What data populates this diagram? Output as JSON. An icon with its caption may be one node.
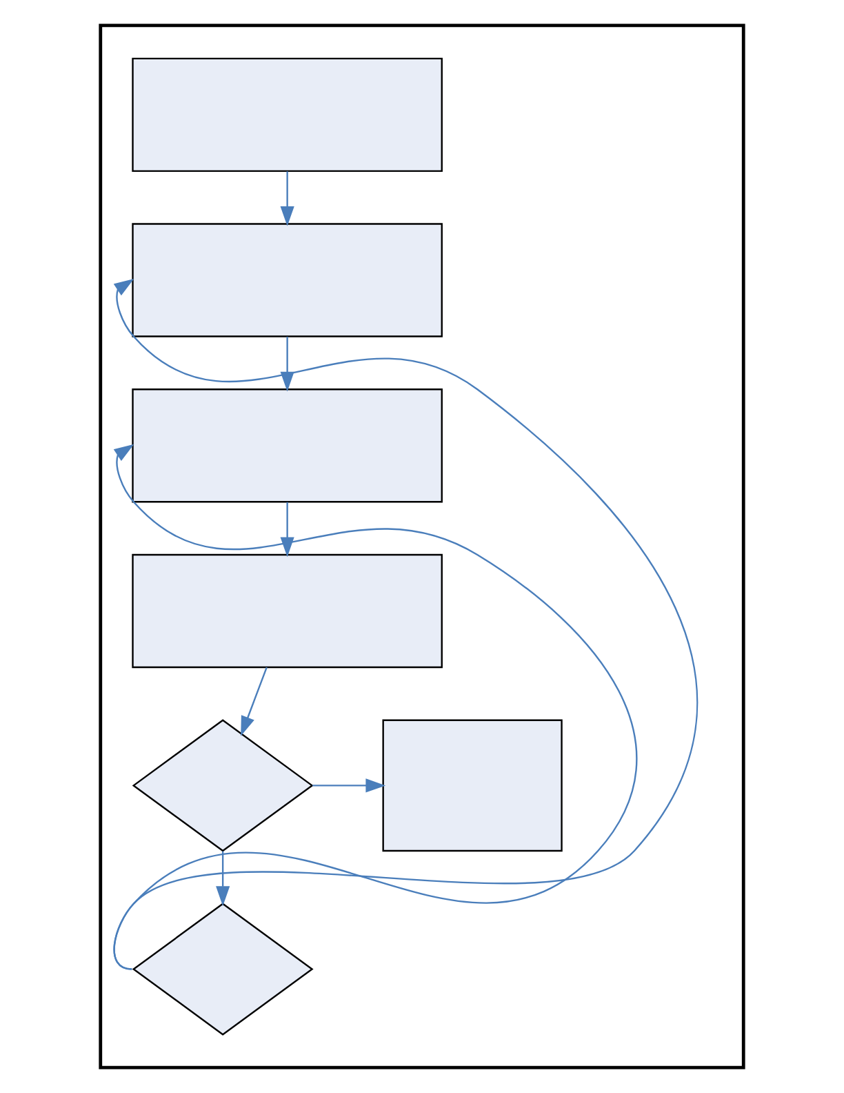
{
  "diagram": {
    "nodes": [
      {
        "text": [],
        "shape": "box"
      },
      {
        "text": [],
        "shape": "box",
        "in": 0
      },
      {
        "text": [],
        "shape": "box",
        "in": 0
      },
      {
        "text": [],
        "shape": "box",
        "in": 0
      },
      {
        "text": [],
        "shape": "box",
        "in": 0
      },
      {
        "text": [],
        "shape": "diamond",
        "in": 0
      },
      {
        "text": [],
        "shape": "box",
        "in": 0
      },
      {
        "text": [],
        "shape": "diamond",
        "in": 0
      }
    ],
    "edges": [
      {
        "from": 1,
        "to": 2,
        "arrow": "to"
      },
      {
        "from": 2,
        "to": 3,
        "arrow": "to"
      },
      {
        "from": 3,
        "to": 4,
        "arrow": "to"
      },
      {
        "from": 4,
        "to": 5,
        "arrow": "to"
      },
      {
        "from": 5,
        "to": 6,
        "arrow": "to"
      },
      {
        "from": 5,
        "to": 7,
        "arrow": "to"
      },
      {
        "from": 7,
        "to": 3,
        "arrow": "to"
      },
      {
        "from": 7,
        "to": 2,
        "arrow": "to"
      }
    ]
  }
}
